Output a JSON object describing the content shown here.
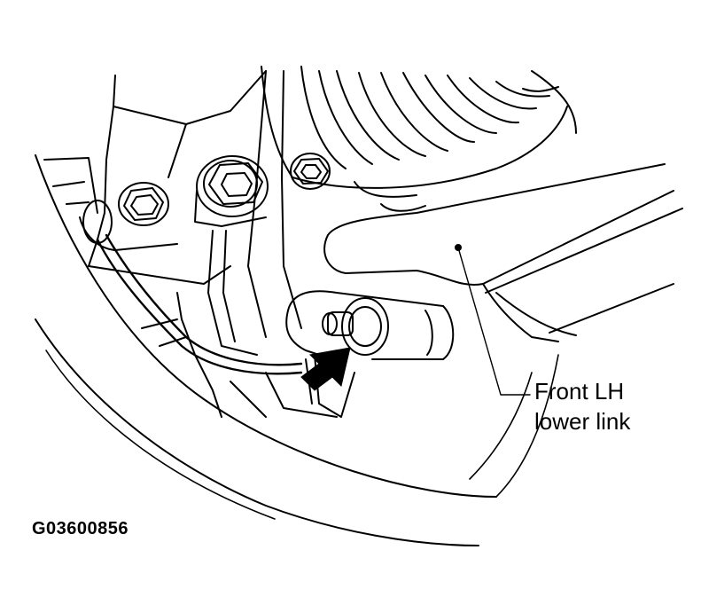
{
  "callout": {
    "line1": "Front LH",
    "line2": "lower link"
  },
  "figure_id": "G03600856",
  "colors": {
    "ink": "#000000",
    "background": "#ffffff"
  }
}
